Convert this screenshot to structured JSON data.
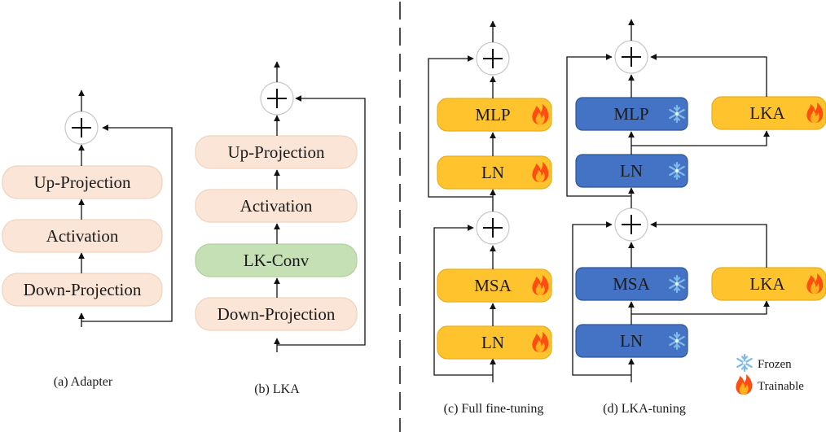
{
  "colors": {
    "peach": "#fbe5d6",
    "peach_stroke": "#efd3bf",
    "green": "#c5e0b4",
    "green_stroke": "#b0d09d",
    "yellow": "#ffc42d",
    "yellow_stroke": "#e6ad1e",
    "blue": "#4472c4",
    "blue_stroke": "#2f5597",
    "ice": "#7fbbe6",
    "fire_outer": "#ff4d12",
    "fire_inner": "#ffb21e"
  },
  "adapter": {
    "up": "Up-Projection",
    "act": "Activation",
    "down": "Down-Projection",
    "caption": "(a) Adapter"
  },
  "lka": {
    "up": "Up-Projection",
    "act": "Activation",
    "conv": "LK-Conv",
    "down": "Down-Projection",
    "caption": "(b) LKA"
  },
  "full": {
    "mlp": "MLP",
    "ln_top": "LN",
    "msa": "MSA",
    "ln_bottom": "LN",
    "caption": "(c) Full fine-tuning"
  },
  "lkatune": {
    "mlp": "MLP",
    "ln_top": "LN",
    "lka_top": "LKA",
    "msa": "MSA",
    "ln_bottom": "LN",
    "lka_bottom": "LKA",
    "caption": "(d) LKA-tuning"
  },
  "legend": {
    "frozen": "Frozen",
    "trainable": "Trainable",
    "frozen_icon": "snowflake-icon",
    "trainable_icon": "fire-icon"
  }
}
